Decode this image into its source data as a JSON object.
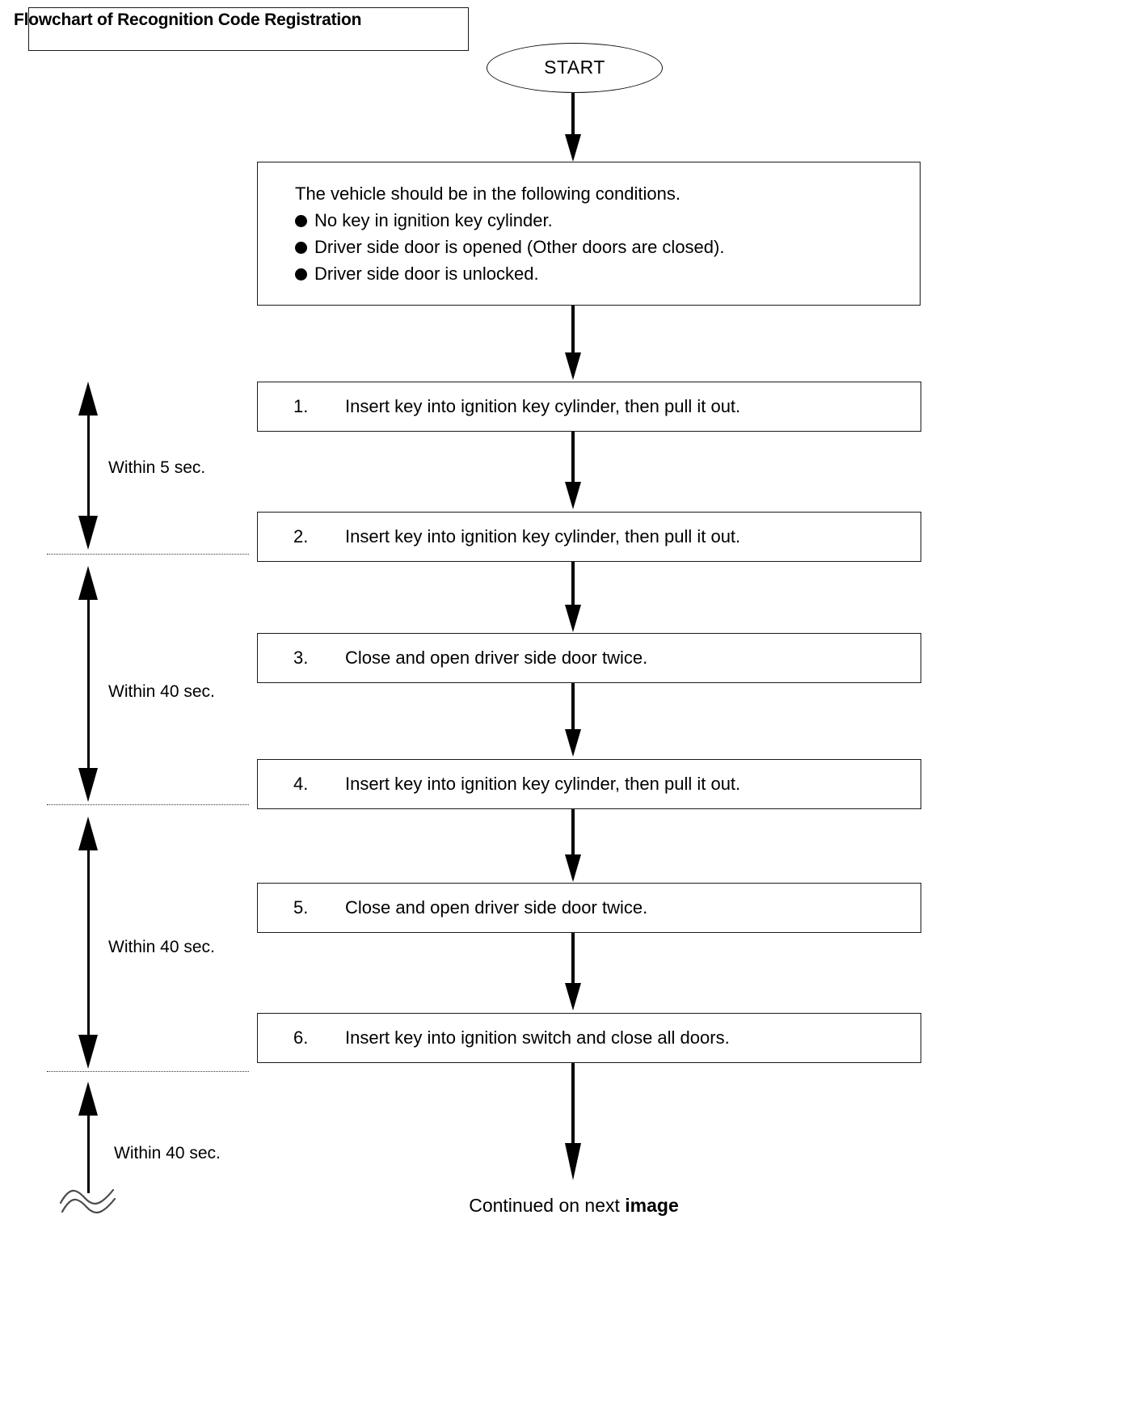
{
  "document": {
    "title": "Flowchart of Recognition Code Registration",
    "start_label": "START"
  },
  "conditions": {
    "heading": "The vehicle should be in the following conditions.",
    "items": [
      "No key in ignition key cylinder.",
      "Driver side door is opened (Other doors are closed).",
      "Driver side door is unlocked."
    ]
  },
  "steps": [
    {
      "number": "1.",
      "text": "Insert key into ignition key cylinder, then pull it out."
    },
    {
      "number": "2.",
      "text": "Insert key into ignition key cylinder, then pull it out."
    },
    {
      "number": "3.",
      "text": "Close and open driver side door twice."
    },
    {
      "number": "4.",
      "text": "Insert key into ignition key cylinder, then pull it out."
    },
    {
      "number": "5.",
      "text": "Close and open driver side door twice."
    },
    {
      "number": "6.",
      "text": "Insert key into ignition switch and close all doors."
    }
  ],
  "timings": [
    {
      "label": "Within 5 sec."
    },
    {
      "label": "Within 40 sec."
    },
    {
      "label": "Within 40 sec."
    },
    {
      "label": "Within 40 sec."
    }
  ],
  "footer": {
    "continued_prefix": "Continued on next ",
    "continued_emphasis": "image"
  },
  "colors": {
    "ink": "#000000",
    "background": "#ffffff",
    "border": "#1a1a1a"
  }
}
